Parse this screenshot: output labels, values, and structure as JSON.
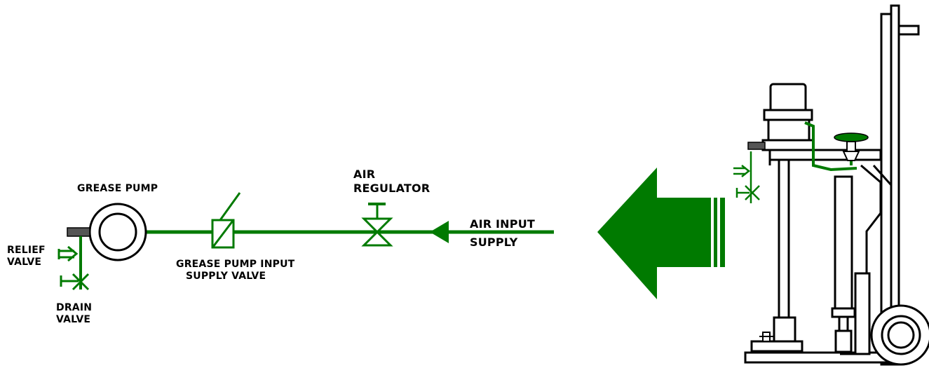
{
  "colors": {
    "line": "#007a00",
    "outline": "#000000",
    "background": "#ffffff"
  },
  "labels": {
    "grease_pump": "GREASE PUMP",
    "relief_valve": [
      "RELIEF",
      "VALVE"
    ],
    "drain_valve": [
      "DRAIN",
      "VALVE"
    ],
    "grease_pump_input_supply_valve": [
      "GREASE PUMP INPUT",
      "SUPPLY VALVE"
    ],
    "air_regulator": [
      "AIR",
      "REGULATOR"
    ],
    "air_input_supply": [
      "AIR INPUT",
      "SUPPLY"
    ]
  }
}
